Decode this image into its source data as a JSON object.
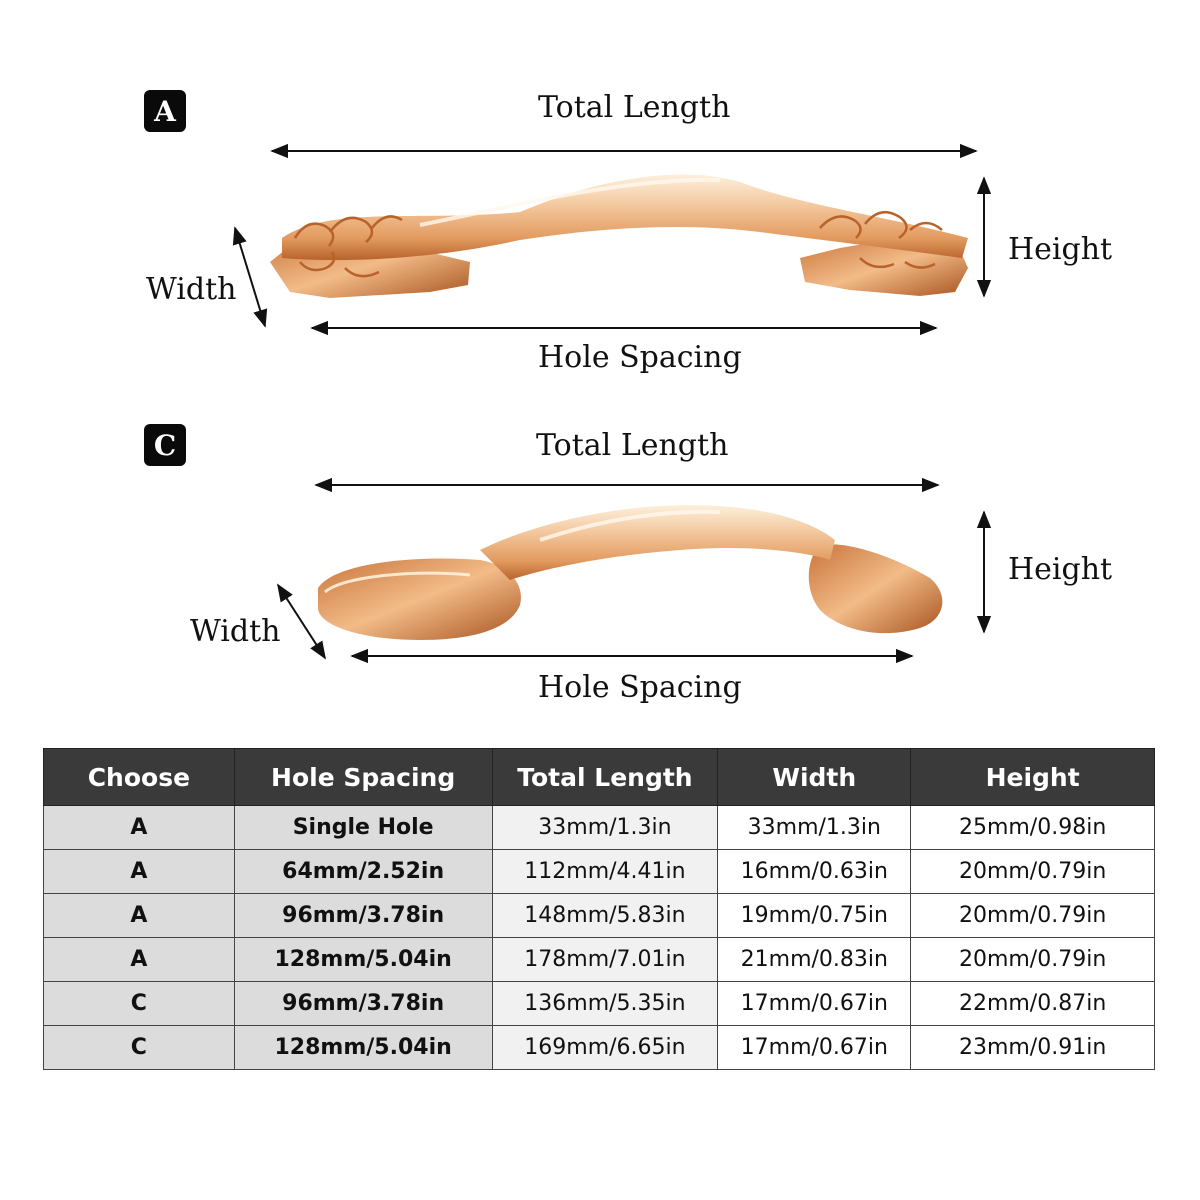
{
  "diagram_a": {
    "badge": "A",
    "total_length_label": "Total Length",
    "height_label": "Height",
    "width_label": "Width",
    "hole_spacing_label": "Hole Spacing"
  },
  "diagram_c": {
    "badge": "C",
    "total_length_label": "Total Length",
    "height_label": "Height",
    "width_label": "Width",
    "hole_spacing_label": "Hole Spacing"
  },
  "colors": {
    "gold_light": "#fbe3c4",
    "gold_mid": "#e9a66f",
    "gold_dark": "#b8622c",
    "header_bg": "#3a3a3a"
  },
  "table": {
    "headers": [
      "Choose",
      "Hole Spacing",
      "Total Length",
      "Width",
      "Height"
    ],
    "rows": [
      [
        "A",
        "Single Hole",
        "33mm/1.3in",
        "33mm/1.3in",
        "25mm/0.98in"
      ],
      [
        "A",
        "64mm/2.52in",
        "112mm/4.41in",
        "16mm/0.63in",
        "20mm/0.79in"
      ],
      [
        "A",
        "96mm/3.78in",
        "148mm/5.83in",
        "19mm/0.75in",
        "20mm/0.79in"
      ],
      [
        "A",
        "128mm/5.04in",
        "178mm/7.01in",
        "21mm/0.83in",
        "20mm/0.79in"
      ],
      [
        "C",
        "96mm/3.78in",
        "136mm/5.35in",
        "17mm/0.67in",
        "22mm/0.87in"
      ],
      [
        "C",
        "128mm/5.04in",
        "169mm/6.65in",
        "17mm/0.67in",
        "23mm/0.91in"
      ]
    ]
  }
}
